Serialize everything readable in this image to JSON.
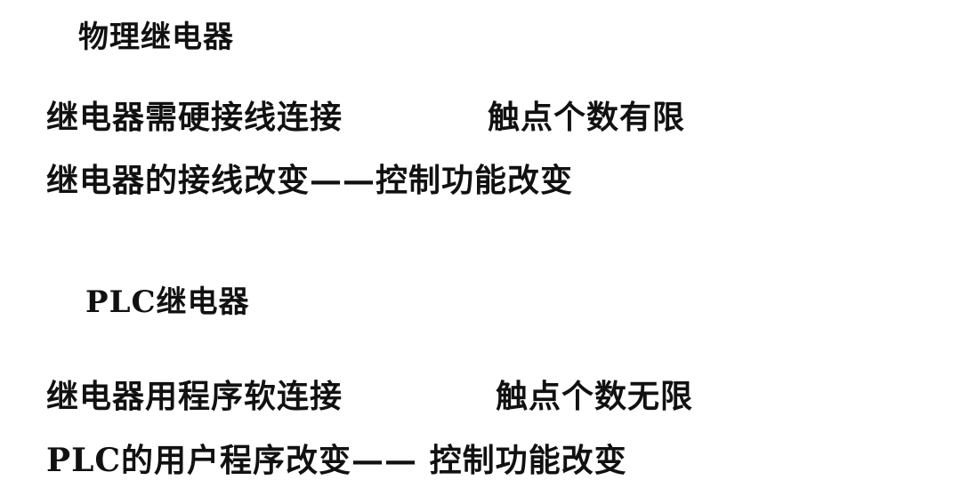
{
  "section_physical": {
    "heading": "物理继电器",
    "line1_left": "继电器需硬接线连接",
    "line1_right": "触点个数有限",
    "line2": "继电器的接线改变——控制功能改变"
  },
  "section_plc": {
    "heading": "PLC继电器",
    "line1_left": "继电器用程序软连接",
    "line1_right": "触点个数无限",
    "line2": "PLC的用户程序改变—— 控制功能改变"
  }
}
